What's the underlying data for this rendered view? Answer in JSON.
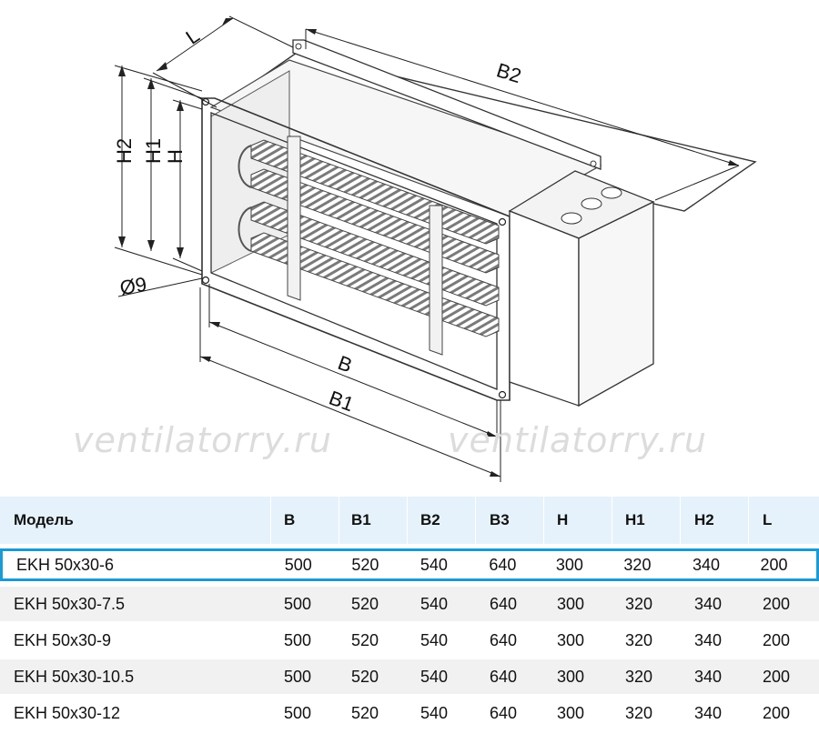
{
  "diagram": {
    "labels": {
      "L": "L",
      "B2": "B2",
      "H2": "H2",
      "H1": "H1",
      "H": "H",
      "d9": "Ø9",
      "B": "B",
      "B1": "B1"
    },
    "watermark": "ventilatorry.ru"
  },
  "table": {
    "columns": [
      "Модель",
      "B",
      "B1",
      "B2",
      "B3",
      "H",
      "H1",
      "H2",
      "L"
    ],
    "rows": [
      [
        "EKH 50x30-6",
        "500",
        "520",
        "540",
        "640",
        "300",
        "320",
        "340",
        "200"
      ],
      [
        "EKH 50x30-7.5",
        "500",
        "520",
        "540",
        "640",
        "300",
        "320",
        "340",
        "200"
      ],
      [
        "EKH 50x30-9",
        "500",
        "520",
        "540",
        "640",
        "300",
        "320",
        "340",
        "200"
      ],
      [
        "EKH 50x30-10.5",
        "500",
        "520",
        "540",
        "640",
        "300",
        "320",
        "340",
        "200"
      ],
      [
        "EKH 50x30-12",
        "500",
        "520",
        "540",
        "640",
        "300",
        "320",
        "340",
        "200"
      ]
    ],
    "selected_row": 0,
    "colors": {
      "header_bg": "#e6f2fb",
      "alt_row_bg": "#f1f1f1",
      "highlight_border": "#1a9ad6"
    }
  }
}
